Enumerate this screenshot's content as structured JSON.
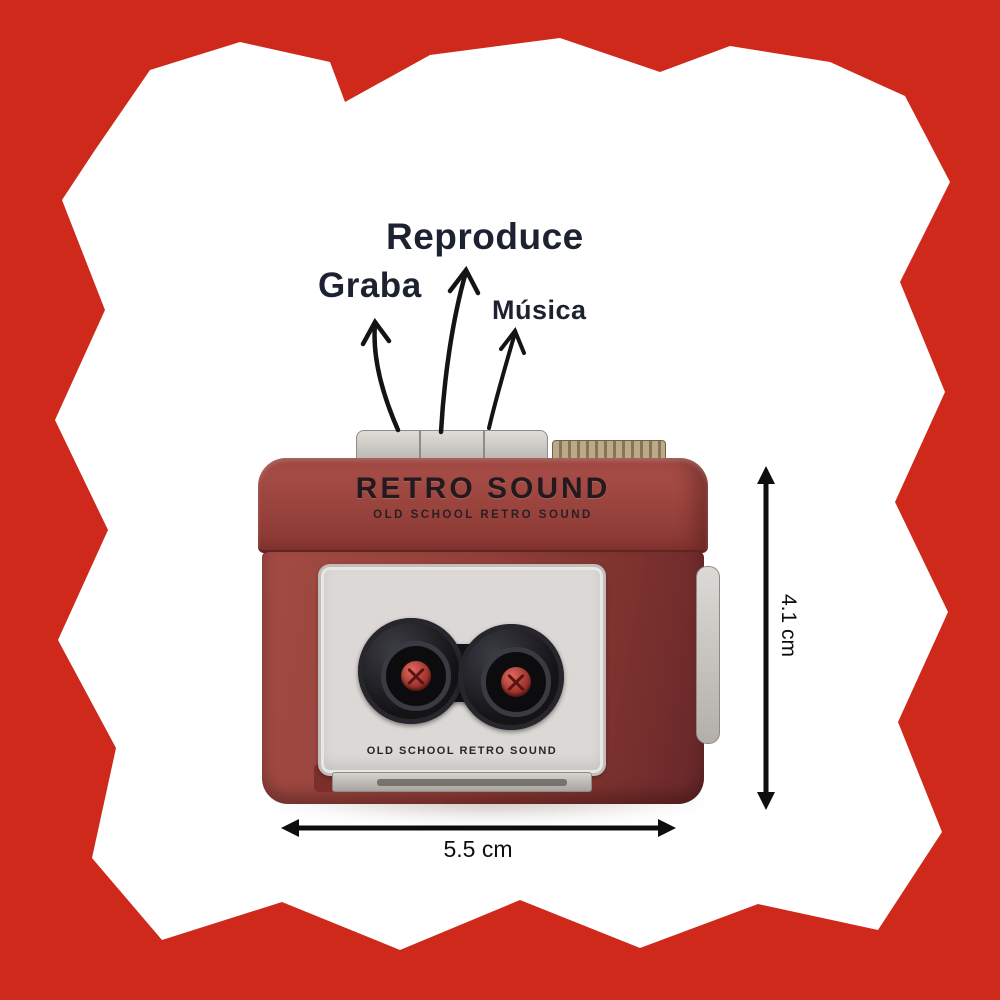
{
  "annotations": {
    "reproduce_label": "Reproduce",
    "graba_label": "Graba",
    "musica_label": "Música"
  },
  "device": {
    "brand": "RETRO SOUND",
    "tagline": "OLD SCHOOL RETRO SOUND",
    "door_label": "OLD SCHOOL RETRO SOUND"
  },
  "dimensions": {
    "width": "5.5 cm",
    "height": "4.1 cm"
  },
  "colors": {
    "frame_red": "#cf291c",
    "background_white": "#ffffff",
    "device_red": "#93403a",
    "panel_gray": "#dbd8d5",
    "reel_black": "#151518",
    "hub_red": "#b03a32",
    "text_dark": "#1d2230"
  },
  "icons": {
    "graba_arrow": "hand-drawn-up-arrow",
    "reproduce_arrow": "hand-drawn-up-arrow",
    "musica_arrow": "hand-drawn-up-arrow",
    "width_arrow": "double-headed-horizontal-arrow",
    "height_arrow": "double-headed-vertical-arrow"
  }
}
